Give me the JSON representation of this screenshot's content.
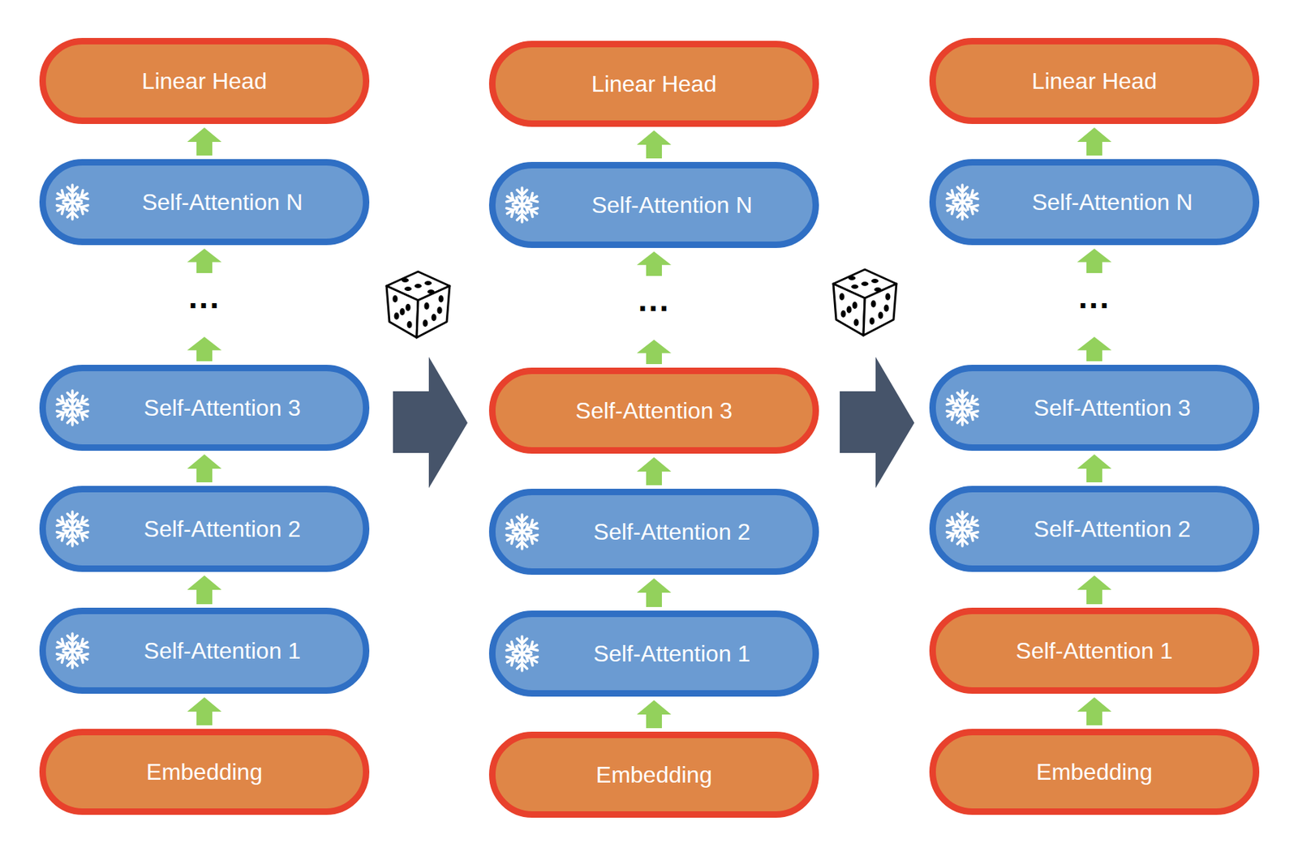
{
  "diagram": {
    "nodes": [
      {
        "text": [
          "Linear Head"
        ]
      },
      {
        "text": [
          "Self-Attention N"
        ]
      },
      {
        "text": [
          "Self-Attention 3"
        ]
      },
      {
        "text": [
          "Self-Attention 2"
        ]
      },
      {
        "text": [
          "Self-Attention 1"
        ]
      },
      {
        "text": [
          "Embedding"
        ]
      },
      {
        "text": [
          "Linear Head"
        ]
      },
      {
        "text": [
          "Self-Attention N"
        ]
      },
      {
        "text": [
          "Self-Attention 3"
        ]
      },
      {
        "text": [
          "Self-Attention 2"
        ]
      },
      {
        "text": [
          "Self-Attention 1"
        ]
      },
      {
        "text": [
          "Embedding"
        ]
      },
      {
        "text": [
          "Linear Head"
        ]
      },
      {
        "text": [
          "Self-Attention N"
        ]
      },
      {
        "text": [
          "Self-Attention 3"
        ]
      },
      {
        "text": [
          "Self-Attention 2"
        ]
      },
      {
        "text": [
          "Self-Attention 1"
        ]
      },
      {
        "text": [
          "Embedding"
        ]
      }
    ],
    "edges": [
      {
        "from": 5,
        "to": 4,
        "arrow": "to"
      },
      {
        "from": 4,
        "to": 3,
        "arrow": "to"
      },
      {
        "from": 3,
        "to": 2,
        "arrow": "to"
      },
      {
        "from": 2,
        "to": 1,
        "arrow": "to"
      },
      {
        "from": 1,
        "to": 0,
        "arrow": "to"
      },
      {
        "from": 11,
        "to": 10,
        "arrow": "to"
      },
      {
        "from": 10,
        "to": 9,
        "arrow": "to"
      },
      {
        "from": 9,
        "to": 8,
        "arrow": "to"
      },
      {
        "from": 8,
        "to": 7,
        "arrow": "to"
      },
      {
        "from": 7,
        "to": 6,
        "arrow": "to"
      },
      {
        "from": 17,
        "to": 16,
        "arrow": "to"
      },
      {
        "from": 16,
        "to": 15,
        "arrow": "to"
      },
      {
        "from": 15,
        "to": 14,
        "arrow": "to"
      },
      {
        "from": 14,
        "to": 13,
        "arrow": "to"
      },
      {
        "from": 13,
        "to": 12,
        "arrow": "to"
      }
    ],
    "labels": [
      "...",
      "...",
      "..."
    ]
  }
}
